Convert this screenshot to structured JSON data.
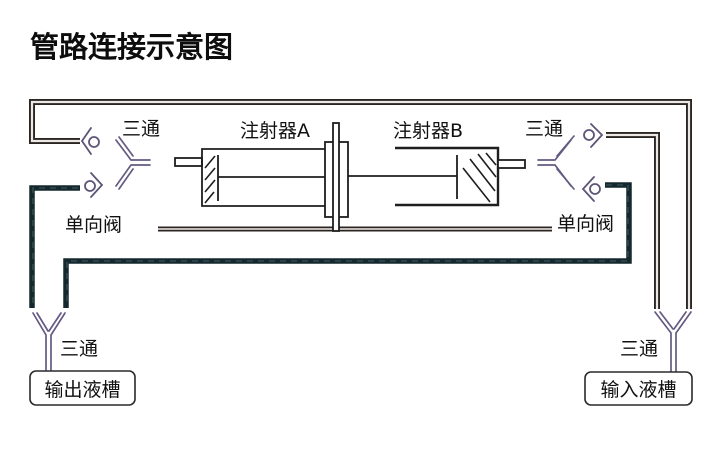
{
  "title": "管路连接示意图",
  "labels": {
    "tee_top_left": "三通",
    "tee_top_right": "三通",
    "tee_bottom_left": "三通",
    "tee_bottom_right": "三通",
    "check_valve_left": "单向阀",
    "check_valve_right": "单向阀",
    "syringe_a": "注射器A",
    "syringe_b": "注射器B",
    "output_tank": "输出液槽",
    "input_tank": "输入液槽"
  },
  "colors": {
    "double_pipe": "#2b2522",
    "dark_pipe": "#15282d",
    "fittings": "#655a82",
    "text": "#111111",
    "background": "#ffffff"
  }
}
